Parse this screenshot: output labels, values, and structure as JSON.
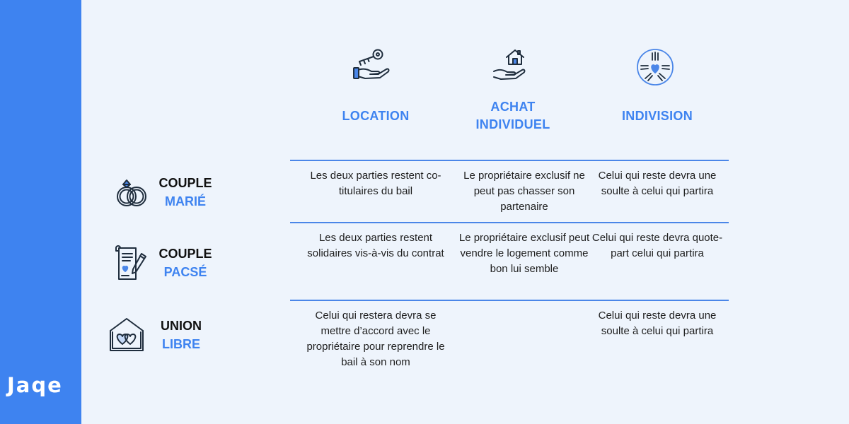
{
  "brand": "Jaqe",
  "columns": [
    {
      "icon": "hand-key-icon",
      "lines": [
        "LOCATION"
      ]
    },
    {
      "icon": "hand-house-icon",
      "lines": [
        "ACHAT",
        "INDIVIDUEL"
      ]
    },
    {
      "icon": "group-hands-heart-icon",
      "lines": [
        "INDIVISION"
      ]
    }
  ],
  "rows": [
    {
      "icon": "wedding-rings-icon",
      "line1": "COUPLE",
      "line2": "MARIÉ",
      "cells": [
        "Les deux parties restent co-titulaires du bail",
        "Le propriétaire exclusif ne peut pas chasser son partenaire",
        "Celui qui reste devra une soulte à celui qui partira"
      ]
    },
    {
      "icon": "contract-pen-icon",
      "line1": "COUPLE",
      "line2": "PACSÉ",
      "cells": [
        "Les deux parties restent solidaires vis-à-vis du contrat",
        "Le propriétaire exclusif peut vendre le logement comme bon lui semble",
        "Celui qui reste devra quote-part celui qui partira"
      ]
    },
    {
      "icon": "house-hearts-icon",
      "line1": "UNION",
      "line2": "LIBRE",
      "cells": [
        "Celui qui restera devra se mettre d’accord avec le propriétaire pour reprendre le bail à son nom",
        "",
        "Celui qui reste devra une soulte à celui qui partira"
      ]
    }
  ],
  "colors": {
    "accent": "#3e83f0",
    "background": "#eef4fc",
    "text": "#1e1e1e",
    "icon_stroke": "#1f2d3d"
  }
}
